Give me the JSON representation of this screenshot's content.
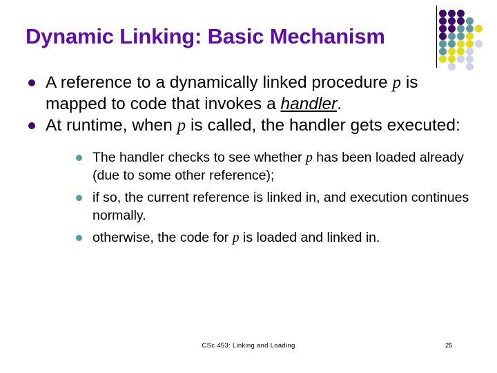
{
  "slide": {
    "title": "Dynamic Linking: Basic Mechanism",
    "title_color": "#5B0FA8",
    "background": "#ffffff"
  },
  "bullets": [
    {
      "marker": "disc",
      "marker_color": "#3B0A68",
      "segments": [
        {
          "kind": "text",
          "text": "A reference to a dynamically linked procedure "
        },
        {
          "kind": "var",
          "text": "p"
        },
        {
          "kind": "text",
          "text": " is mapped to code that invokes a "
        },
        {
          "kind": "emph",
          "text": "handler"
        },
        {
          "kind": "text",
          "text": "."
        }
      ]
    },
    {
      "marker": "disc",
      "marker_color": "#3B0A68",
      "segments": [
        {
          "kind": "text",
          "text": "At runtime, when "
        },
        {
          "kind": "var",
          "text": "p"
        },
        {
          "kind": "text",
          "text": " is called, the handler gets executed:"
        }
      ],
      "sub_bullets": [
        {
          "marker": "disc",
          "marker_color": "#5E9A9C",
          "segments": [
            {
              "kind": "text",
              "text": "The handler checks to see whether "
            },
            {
              "kind": "var",
              "text": "p"
            },
            {
              "kind": "text",
              "text": " has been loaded already (due to some other reference);"
            }
          ]
        },
        {
          "marker": "disc",
          "marker_color": "#5E9A9C",
          "segments": [
            {
              "kind": "text",
              "text": " if so, the current reference is linked in, and execution continues normally."
            }
          ]
        },
        {
          "marker": "disc",
          "marker_color": "#5E9A9C",
          "segments": [
            {
              "kind": "text",
              "text": "otherwise, the code for "
            },
            {
              "kind": "var",
              "text": "p"
            },
            {
              "kind": "text",
              "text": " is loaded and linked in."
            }
          ]
        }
      ]
    }
  ],
  "footer": {
    "course_text": "CSc 453: Linking and Loading",
    "page_number": "25"
  },
  "decoration": {
    "name": "dot-grid",
    "colors": {
      "dark_purple": "#3B0A68",
      "teal": "#5E9A9C",
      "yellow": "#E2DC19",
      "lavender": "#D2D2E6"
    },
    "col_x": [
      0,
      13,
      26,
      39,
      52
    ],
    "row_y": [
      8,
      19,
      30,
      41,
      52,
      63,
      74,
      85
    ],
    "grid": [
      [
        "dark_purple",
        "dark_purple",
        "dark_purple",
        null,
        null
      ],
      [
        "dark_purple",
        "dark_purple",
        "dark_purple",
        "teal",
        null
      ],
      [
        "dark_purple",
        "dark_purple",
        "teal",
        "teal",
        "yellow"
      ],
      [
        "dark_purple",
        "teal",
        "teal",
        "yellow",
        null
      ],
      [
        "teal",
        "teal",
        "yellow",
        "yellow",
        "lavender"
      ],
      [
        "teal",
        "yellow",
        "yellow",
        "lavender",
        null
      ],
      [
        "yellow",
        "yellow",
        "lavender",
        "lavender",
        null
      ],
      [
        null,
        "lavender",
        null,
        "lavender",
        null
      ]
    ]
  }
}
